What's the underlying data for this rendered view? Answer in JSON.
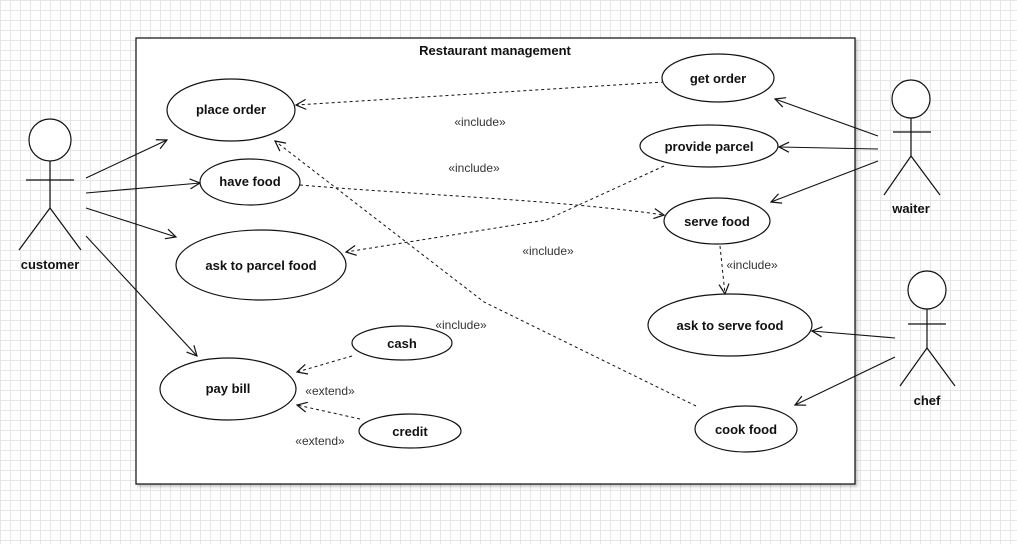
{
  "system": {
    "title": "Restaurant management"
  },
  "actors": {
    "customer": "customer",
    "waiter": "waiter",
    "chef": "chef"
  },
  "use_cases": {
    "place_order": "place order",
    "have_food": "have food",
    "ask_to_parcel_food": "ask to parcel food",
    "pay_bill": "pay bill",
    "cash": "cash",
    "credit": "credit",
    "get_order": "get order",
    "provide_parcel": "provide parcel",
    "serve_food": "serve food",
    "ask_to_serve_food": "ask to serve food",
    "cook_food": "cook food"
  },
  "stereotypes": {
    "include_1": "«include»",
    "include_2": "«include»",
    "include_3": "«include»",
    "include_4": "«include»",
    "include_5": "«include»",
    "extend_1": "«extend»",
    "extend_2": "«extend»"
  }
}
